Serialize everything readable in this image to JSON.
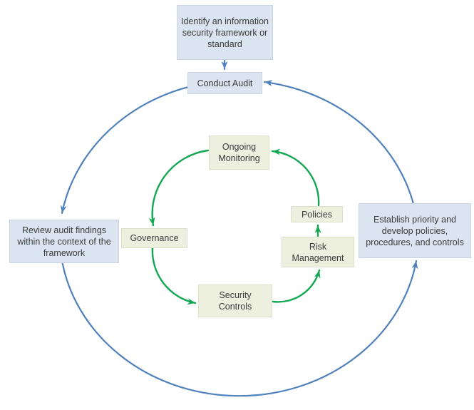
{
  "colors": {
    "outer_arrow": "#4f81bd",
    "outer_box_fill": "#dbe5f1",
    "inner_arrow": "#12a852",
    "inner_box_fill": "#edf0df"
  },
  "outer_cycle": {
    "nodes": [
      {
        "id": "identify-framework",
        "label": "Identify an information security framework or standard"
      },
      {
        "id": "conduct-audit",
        "label": "Conduct Audit"
      },
      {
        "id": "review-findings",
        "label": "Review audit findings within the context of the framework"
      },
      {
        "id": "establish-priority",
        "label": "Establish priority and develop policies, procedures, and controls"
      }
    ]
  },
  "inner_cycle": {
    "nodes": [
      {
        "id": "ongoing-monitoring",
        "label": "Ongoing Monitoring"
      },
      {
        "id": "governance",
        "label": "Governance"
      },
      {
        "id": "security-controls",
        "label": "Security Controls"
      },
      {
        "id": "risk-management",
        "label": "Risk Management"
      },
      {
        "id": "policies",
        "label": "Policies"
      }
    ]
  }
}
